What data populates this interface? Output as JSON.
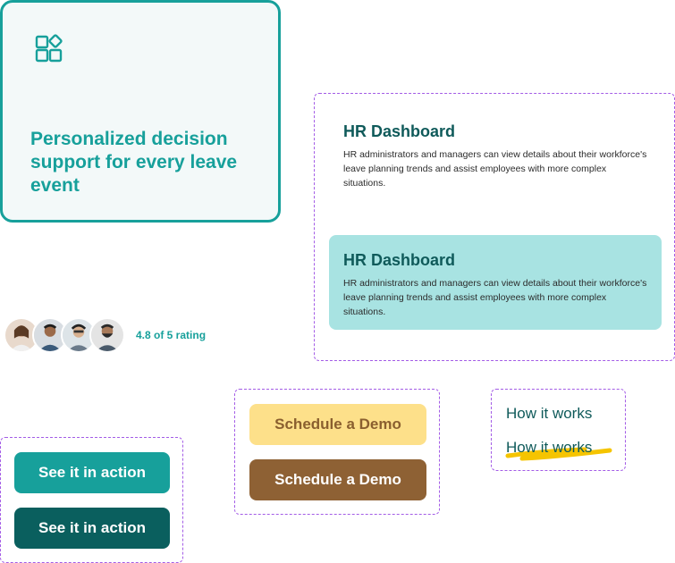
{
  "feature": {
    "icon": "widgets-icon",
    "title": "Personalized decision support for every leave event"
  },
  "hr_cards": [
    {
      "title": "HR Dashboard",
      "description": "HR administrators and managers can view details about their workforce's leave planning trends and assist employees with more complex situations."
    },
    {
      "title": "HR Dashboard",
      "description": "HR administrators and managers can view details about their workforce's leave planning trends and assist employees with more complex situations."
    }
  ],
  "rating": {
    "text": "4.8 of 5 rating",
    "avatars": [
      "avatar-1",
      "avatar-2",
      "avatar-3",
      "avatar-4"
    ]
  },
  "buttons": {
    "see_it_primary": "See it in action",
    "see_it_dark": "See it in action",
    "demo_light": "Schedule a Demo",
    "demo_brown": "Schedule a Demo",
    "how_plain": "How it works",
    "how_hover": "How it works"
  },
  "colors": {
    "teal": "#17a09b",
    "dark_teal": "#0a5f5e",
    "light_teal": "#a8e3e2",
    "yellow": "#fde08a",
    "brown": "#8e6134",
    "highlight": "#f5c400",
    "dashed_border": "#a35ce6"
  }
}
